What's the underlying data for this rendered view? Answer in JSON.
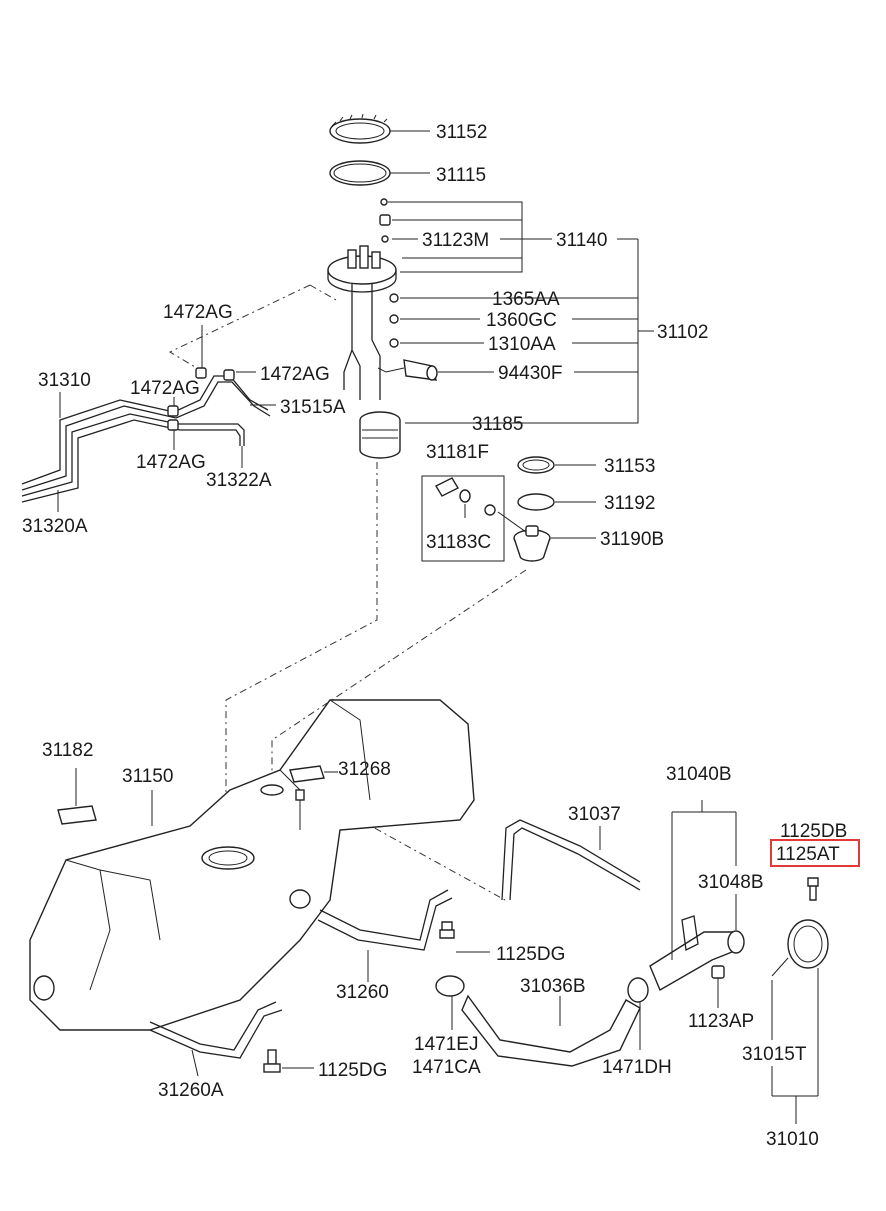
{
  "labels": {
    "p31152": "31152",
    "p31115": "31115",
    "p31123M": "31123M",
    "p31140": "31140",
    "p1365AA": "1365AA",
    "p1360GC": "1360GC",
    "p31102": "31102",
    "p1310AA": "1310AA",
    "p94430F": "94430F",
    "p31185": "31185",
    "p1472AG_a": "1472AG",
    "p1472AG_b": "1472AG",
    "p1472AG_c": "1472AG",
    "p1472AG_d": "1472AG",
    "p31310": "31310",
    "p31515A": "31515A",
    "p31322A": "31322A",
    "p31320A": "31320A",
    "p31181F": "31181F",
    "p31183C": "31183C",
    "p31153": "31153",
    "p31192": "31192",
    "p31190B": "31190B",
    "p31182": "31182",
    "p31150": "31150",
    "p31268": "31268",
    "p31037": "31037",
    "p31040B": "31040B",
    "p1125DB": "1125DB",
    "p1125AT": "1125AT",
    "p31048B": "31048B",
    "p1125DG_a": "1125DG",
    "p31260": "31260",
    "p31036B": "31036B",
    "p1123AP": "1123AP",
    "p1471EJ": "1471EJ",
    "p1471CA": "1471CA",
    "p1471DH": "1471DH",
    "p31015T": "31015T",
    "p1125DG_b": "1125DG",
    "p31260A": "31260A",
    "p31010": "31010"
  },
  "highlight": {
    "target": "1125AT",
    "color": "#e23a3a"
  }
}
